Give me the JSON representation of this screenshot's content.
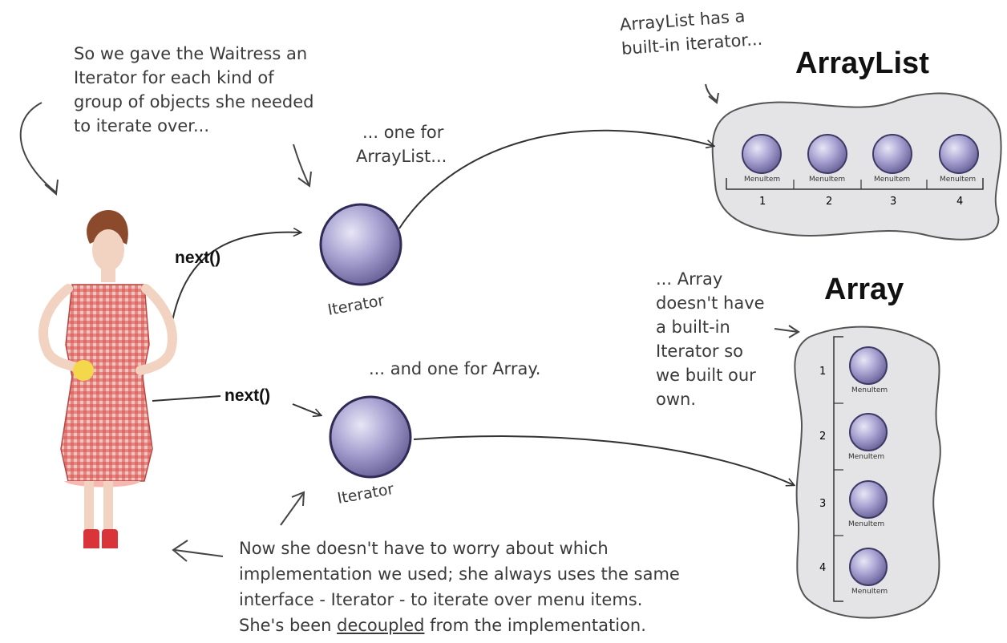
{
  "annotations": {
    "waitress_note": [
      "So we gave the Waitress an",
      "Iterator for each kind of",
      "group of objects she needed",
      "to iterate over..."
    ],
    "arraylist_builtin": [
      "ArrayList has a",
      "built-in iterator..."
    ],
    "one_for_arraylist": [
      "... one for",
      "ArrayList..."
    ],
    "and_one_for_array": "... and one for Array.",
    "array_no_iterator": [
      "... Array",
      "doesn't have",
      "a built-in",
      "Iterator so",
      "we built our",
      "own."
    ],
    "bottom_note": {
      "line1": "Now she doesn't have to worry about which",
      "line2": "implementation we used; she always uses the same",
      "line3": "interface - Iterator - to iterate over menu items.",
      "line4_pre": "She's been ",
      "line4_u": "decoupled",
      "line4_post": " from the implementation."
    }
  },
  "labels": {
    "next_top": "next()",
    "next_bottom": "next()",
    "iterator_top": "Iterator",
    "iterator_bottom": "Iterator",
    "arraylist_title": "ArrayList",
    "array_title": "Array"
  },
  "arraylist": {
    "items": [
      {
        "label": "MenuItem",
        "index": "1"
      },
      {
        "label": "MenuItem",
        "index": "2"
      },
      {
        "label": "MenuItem",
        "index": "3"
      },
      {
        "label": "MenuItem",
        "index": "4"
      }
    ]
  },
  "array": {
    "items": [
      {
        "label": "MenuItem",
        "index": "1"
      },
      {
        "label": "MenuItem",
        "index": "2"
      },
      {
        "label": "MenuItem",
        "index": "3"
      },
      {
        "label": "MenuItem",
        "index": "4"
      }
    ]
  },
  "colors": {
    "sphere": "#9a93c7",
    "sphere_dark": "#4e4a7a",
    "blob_fill": "#e4e4e6",
    "dress": "#d9534f"
  }
}
